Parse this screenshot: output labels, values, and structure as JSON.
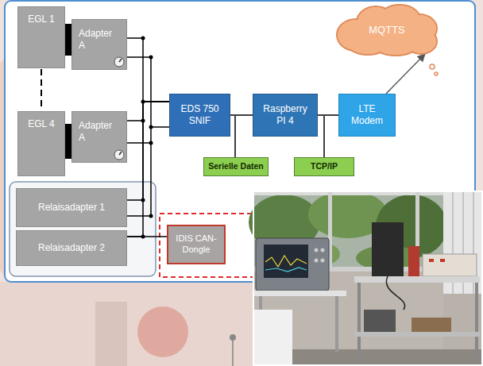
{
  "diagram": {
    "nodes": [
      {
        "text": [
          "EGL 1"
        ]
      },
      {
        "text": [
          "Adapter A"
        ]
      },
      {
        "text": [
          "EGL 4"
        ]
      },
      {
        "text": [
          "Adapter A"
        ]
      },
      {
        "text": [
          "Relaisadapter 1"
        ]
      },
      {
        "text": [
          "Relaisadapter 2"
        ]
      },
      {
        "text": [
          "EDS 750 SNIF"
        ]
      },
      {
        "text": [
          "Raspberry PI 4"
        ]
      },
      {
        "text": [
          "LTE Modem"
        ]
      },
      {
        "text": [
          "MQTTS"
        ]
      },
      {
        "text": [
          "Serielle Daten"
        ]
      },
      {
        "text": [
          "TCP/IP"
        ]
      },
      {
        "text": [
          "IDIS CAN- Dongle"
        ]
      }
    ],
    "edges": [
      {
        "from": 0,
        "to": 1,
        "arrow": "none"
      },
      {
        "from": 2,
        "to": 3,
        "arrow": "none"
      },
      {
        "from": 1,
        "to": 6,
        "arrow": "none"
      },
      {
        "from": 3,
        "to": 6,
        "arrow": "none"
      },
      {
        "from": 4,
        "to": 6,
        "arrow": "none"
      },
      {
        "from": 5,
        "to": 6,
        "arrow": "none"
      },
      {
        "from": 5,
        "to": 12,
        "arrow": "none"
      },
      {
        "from": 6,
        "to": 7,
        "arrow": "none"
      },
      {
        "from": 7,
        "to": 8,
        "arrow": "none"
      },
      {
        "from": 8,
        "to": 9,
        "arrow": "to"
      }
    ]
  }
}
